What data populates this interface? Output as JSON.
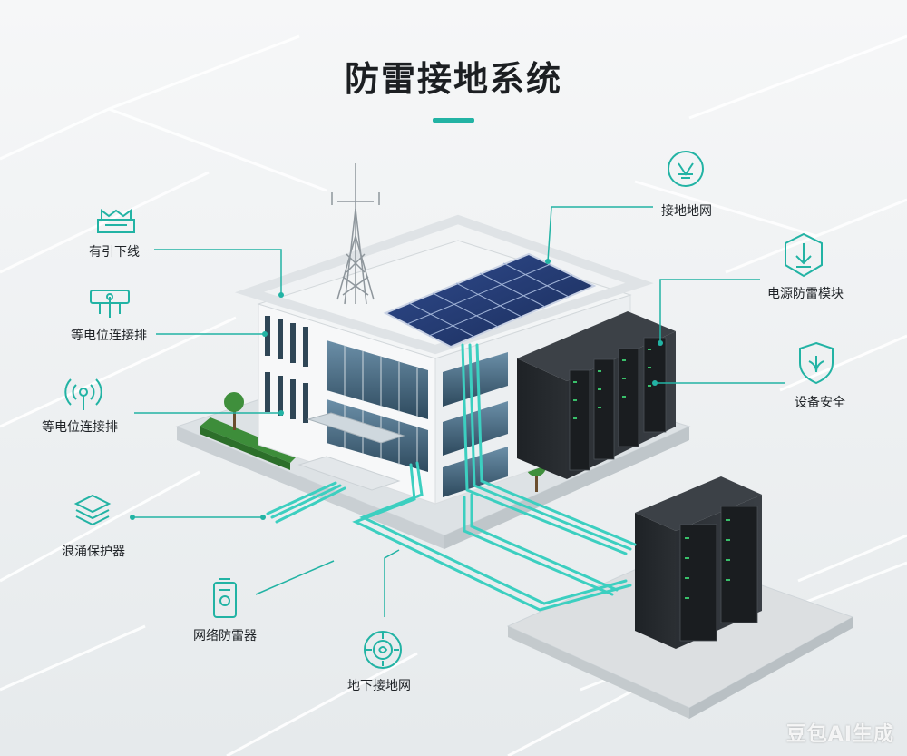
{
  "title": "防雷接地系统",
  "labels": {
    "down_conductor": "有引下线",
    "bonding_bar_1": "等电位连接排",
    "bonding_bar_2": "等电位连接排",
    "surge_protector": "浪涌保护器",
    "network_arrester": "网络防雷器",
    "underground_grid": "地下接地网",
    "grounding_grid": "接地地网",
    "power_spd_module": "电源防雷模块",
    "equipment_safety": "设备安全"
  },
  "watermark": "豆包AI生成",
  "colors": {
    "accent": "#22b3a4",
    "cable": "#3ccfc0",
    "server": "#2b2f33",
    "building": "#ffffff",
    "ground": "#eef1f3"
  },
  "icons": {
    "down_conductor": "building-rooftop-icon",
    "bonding_bar_1": "bonding-bar-icon",
    "bonding_bar_2": "signal-waves-icon",
    "surge_protector": "stacked-layers-icon",
    "network_arrester": "device-panel-icon",
    "underground_grid": "gear-leaf-icon",
    "grounding_grid": "grounding-circle-icon",
    "power_spd_module": "shield-hex-arrow-icon",
    "equipment_safety": "shield-leaf-icon"
  }
}
